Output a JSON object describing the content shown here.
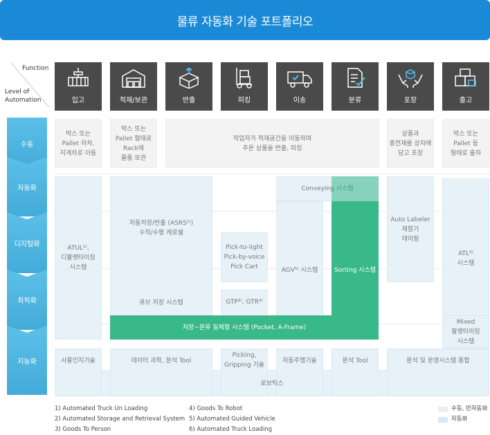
{
  "title": "물류 자동화 기술 포트폴리오",
  "header": {
    "function_label": "Function",
    "level_label": "Level of\nAutomation"
  },
  "functions": [
    {
      "label": "입고",
      "icon": "conveyor-icon"
    },
    {
      "label": "적재/보관",
      "icon": "warehouse-icon"
    },
    {
      "label": "반출",
      "icon": "box-out-icon"
    },
    {
      "label": "피킹",
      "icon": "hand-truck-icon"
    },
    {
      "label": "이송",
      "icon": "truck-icon"
    },
    {
      "label": "분류",
      "icon": "clipboard-check-icon"
    },
    {
      "label": "포장",
      "icon": "package-hands-icon"
    },
    {
      "label": "출고",
      "icon": "boxes-icon"
    }
  ],
  "levels": [
    "수동",
    "자동화",
    "디지털화",
    "최적화",
    "지능화"
  ],
  "manual_row": {
    "inbound": "박스 또는\nPallet 하차,\n지게차로 이동",
    "storage": "박스 또는\nPallet 형태로\nRack에\n물품 보관",
    "picking": "작업자가 적재공간을 이동하며\n주문 상품을 반출, 피킹",
    "packing": "상품과\n충전재를 상자에\n담고 포장",
    "outbound": "박스 또는\nPallet 등\n형태로 출하"
  },
  "cells": {
    "atul": "ATUL¹⁾,\n디팔렛타이징\n시스템",
    "asrs": "자동저장/반출 (ASRS²⁾)\n수직/수평 캐로셀",
    "pick_light": "Pick-to-light\nPick-by-voice\nPick Cart",
    "gtp": "GTP³⁾, GTR⁴⁾",
    "cube": "큐브 저장 시스템",
    "conveying": "Conveying 시스템",
    "agv": "AGV⁵⁾ 시스템",
    "sorting": "Sorting 시스템",
    "labeler": "Auto Labeler\n제함기\n테이핑",
    "atl": "ATL⁶⁾\n시스템",
    "integrated": "저장~분류 일체형 시스템 (Pocket, A-Frame)",
    "mixed": "Mixed\n팔렛타이징\n시스템"
  },
  "intelligent_row": {
    "iot": "사물인지기술",
    "data": "데이터 과학, 분석 Tool",
    "picking": "Picking,\nGripping 기술",
    "autonomous": "자동주행기술",
    "analysis": "분석 Tool",
    "ops": "분석 및 운영시스템 통합",
    "robotics": "로보틱스"
  },
  "footnotes": [
    "1) Automated Truck Un Loading",
    "2) Automated Storage and Retrieval System",
    "3) Goods To Person",
    "4) Goods To Robot",
    "5) Automated Guided Vehicle",
    "6) Automated Truck Loading"
  ],
  "legend": [
    {
      "label": "수동, 반자동화",
      "color": "#eeeeee"
    },
    {
      "label": "자동화",
      "color": "#d7e8f4"
    }
  ],
  "colors": {
    "title_bg": "#1a8ad6",
    "level_bg": "#4bb3de",
    "tile_bg": "#4a4a4a",
    "green": "#39b889"
  }
}
